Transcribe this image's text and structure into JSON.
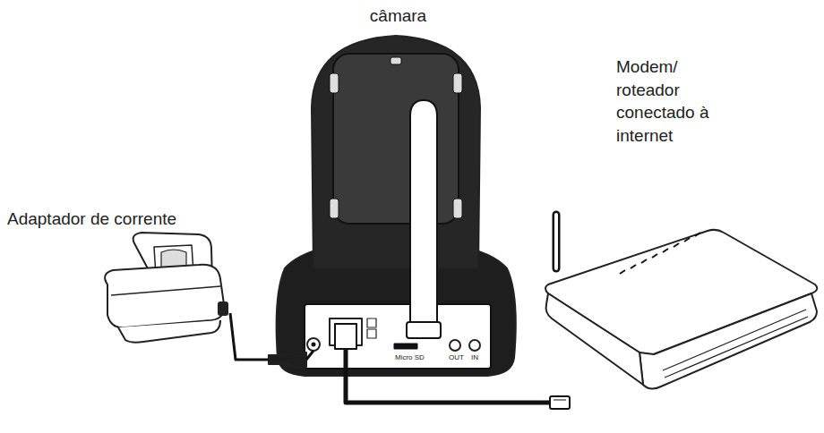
{
  "diagram": {
    "nodes": [
      {
        "text": [
          "câmara"
        ]
      },
      {
        "text": [
          "Adaptador de corrente"
        ]
      },
      {
        "text": [
          "Modem/ roteador conectado à internet"
        ]
      }
    ],
    "edges": [
      {
        "from": 1,
        "to": 0,
        "arrow": "none"
      },
      {
        "from": 0,
        "to": 2,
        "arrow": "none"
      }
    ],
    "labels": [
      "Micro SD",
      "OUT",
      "IN"
    ]
  }
}
